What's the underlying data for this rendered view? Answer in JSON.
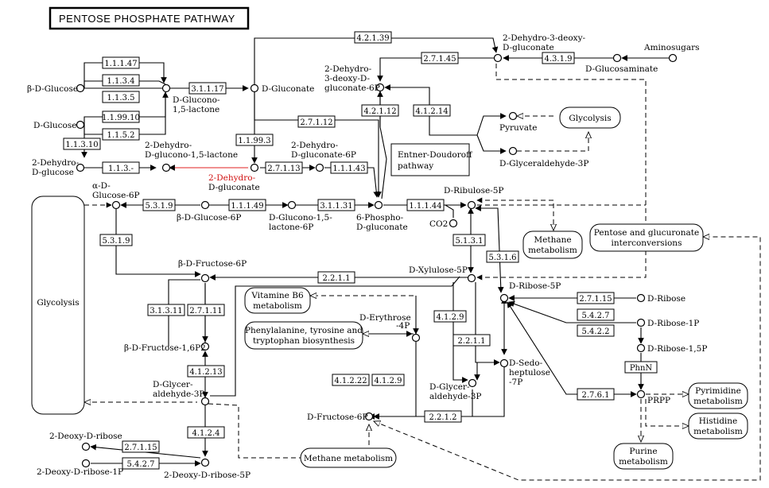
{
  "title": "PENTOSE PHOSPHATE PATHWAY",
  "info_box": [
    "Entner-Doudoroff",
    "pathway"
  ],
  "enzymes": {
    "e_1_1_1_47": "1.1.1.47",
    "e_1_1_3_4": "1.1.3.4",
    "e_1_1_3_5": "1.1.3.5",
    "e_1_1_99_10": "1.1.99.10",
    "e_1_1_5_2": "1.1.5.2",
    "e_1_1_3_10": "1.1.3.10",
    "e_1_1_3_dash": "1.1.3.-",
    "e_3_1_1_17": "3.1.1.17",
    "e_4_2_1_39": "4.2.1.39",
    "e_2_7_1_45": "2.7.1.45",
    "e_4_3_1_9": "4.3.1.9",
    "e_4_2_1_12": "4.2.1.12",
    "e_4_1_2_14": "4.1.2.14",
    "e_2_7_1_12": "2.7.1.12",
    "e_1_1_99_3": "1.1.99.3",
    "e_2_7_1_13": "2.7.1.13",
    "e_1_1_1_43": "1.1.1.43",
    "e_5_3_1_9a": "5.3.1.9",
    "e_1_1_1_49": "1.1.1.49",
    "e_3_1_1_31": "3.1.1.31",
    "e_1_1_1_44": "1.1.1.44",
    "e_5_3_1_9b": "5.3.1.9",
    "e_5_1_3_1": "5.1.3.1",
    "e_5_3_1_6": "5.3.1.6",
    "e_2_2_1_1a": "2.2.1.1",
    "e_3_1_3_11": "3.1.3.11",
    "e_2_7_1_11": "2.7.1.11",
    "e_4_1_2_9a": "4.1.2.9",
    "e_2_2_1_1b": "2.2.1.1",
    "e_4_1_2_13": "4.1.2.13",
    "e_4_1_2_22": "4.1.2.22",
    "e_4_1_2_9b": "4.1.2.9",
    "e_2_2_1_2": "2.2.1.2",
    "e_2_7_1_15a": "2.7.1.15",
    "e_5_4_2_7a": "5.4.2.7",
    "e_5_4_2_2": "5.4.2.2",
    "e_2_7_6_1": "2.7.6.1",
    "e_phnn": "PhnN",
    "e_4_1_2_4": "4.1.2.4",
    "e_2_7_1_15b": "2.7.1.15",
    "e_5_4_2_7b": "5.4.2.7"
  },
  "maps": {
    "glycolysis_left": "Glycolysis",
    "glycolysis_top": "Glycolysis",
    "methane_small": [
      "Methane",
      "metabolism"
    ],
    "pentose_glucuronate": [
      "Pentose and glucuronate",
      "interconversions"
    ],
    "vitamin_b6": [
      "Vitamine B6",
      "metabolism"
    ],
    "phenylalanine": [
      "Phenylalanine, tyrosine and",
      "tryptophan biosynthesis"
    ],
    "pyrimidine": [
      "Pyrimidine",
      "metabolism"
    ],
    "histidine": [
      "Histidine",
      "metabolism"
    ],
    "purine": [
      "Purine",
      "metabolism"
    ],
    "methane_bottom": "Methane metabolism"
  },
  "compounds": {
    "beta_d_glucose": "β-D-Glucose",
    "d_glucose": "D-Glucose",
    "dehydro_glucose": [
      "2-Dehydro-",
      "D-glucose"
    ],
    "glucono_lactone": [
      "D-Glucono-",
      "1,5-lactone"
    ],
    "d_gluconate": "D-Gluconate",
    "dehydro_deoxy_gluconate": [
      "2-Dehydro-3-deoxy-",
      "D-gluconate"
    ],
    "aminosugars": "Aminosugars",
    "d_glucosaminate": "D-Glucosaminate",
    "kdpg": [
      "2-Dehydro-",
      "3-deoxy-D-",
      "gluconate-6P"
    ],
    "pyruvate": "Pyruvate",
    "glyceraldehyde_3p": "D-Glyceraldehyde-3P",
    "dehydro_glucono_lactone": [
      "2-Dehydro-",
      "D-glucono-1,5-lactone"
    ],
    "dehydro_gluconate_6p": [
      "2-Dehydro-",
      "D-gluconate-6P"
    ],
    "dehydro_d_gluconate": [
      "2-Dehydro-",
      "D-gluconate"
    ],
    "alpha_glucose_6p": [
      "α-D-",
      "Glucose-6P"
    ],
    "beta_glucose_6p": "β-D-Glucose-6P",
    "glucono_lactone_6p": [
      "D-Glucono-1,5-",
      "lactone-6P"
    ],
    "phospho_gluconate": [
      "6-Phospho-",
      "D-gluconate"
    ],
    "ribulose_5p": "D-Ribulose-5P",
    "co2": "CO2",
    "beta_fructose_6p": "β-D-Fructose-6P",
    "xylulose_5p": "D-Xylulose-5P",
    "ribose_5p": "D-Ribose-5P",
    "d_ribose": "D-Ribose",
    "d_ribose_1p": "D-Ribose-1P",
    "d_ribose_15p": "D-Ribose-1,5P",
    "prpp": "PRPP",
    "erythrose_4p": [
      "D-Erythrose",
      "-4P"
    ],
    "fructose_16p2": "β-D-Fructose-1,6P2",
    "glyceraldehyde_3p_left": [
      "D-Glycer-",
      "aldehyde-3P"
    ],
    "glyceraldehyde_3p_mid": [
      "D-Glycer-",
      "aldehyde-3P"
    ],
    "sedoheptulose": [
      "D-Sedo-",
      "heptulose",
      "-7P"
    ],
    "d_fructose_6p": "D-Fructose-6P",
    "deoxy_ribose": "2-Deoxy-D-ribose",
    "deoxy_ribose_1p": "2-Deoxy-D-ribose-1P",
    "deoxy_ribose_5p": "2-Deoxy-D-ribose-5P"
  },
  "colors": {
    "ink": "#000000",
    "highlight": "#e02020",
    "background": "#ffffff"
  }
}
